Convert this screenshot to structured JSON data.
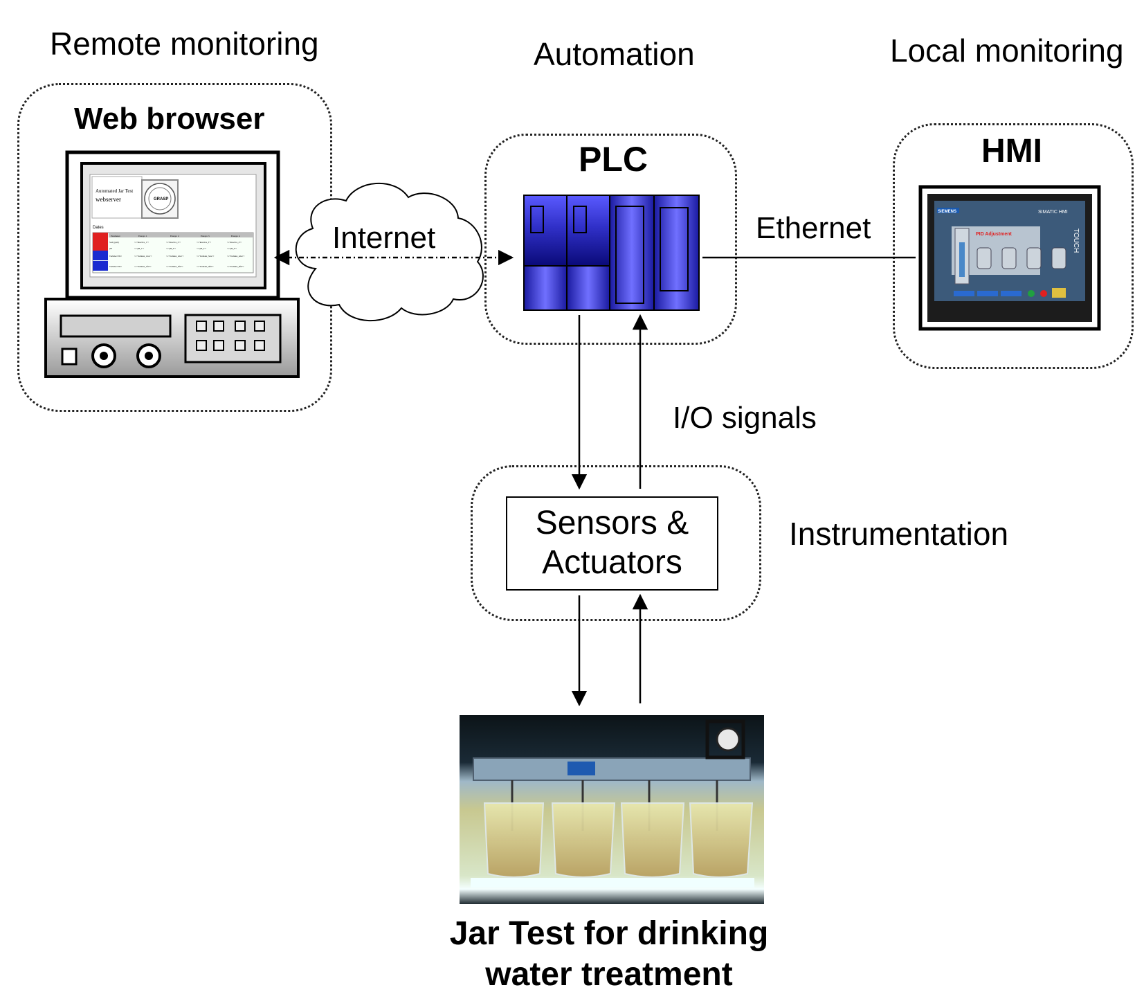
{
  "sections": {
    "remote_monitoring": "Remote monitoring",
    "automation": "Automation",
    "local_monitoring": "Local monitoring",
    "instrumentation": "Instrumentation"
  },
  "nodes": {
    "web_browser": "Web browser",
    "plc": "PLC",
    "hmi": "HMI",
    "sensors_line1": "Sensors &",
    "sensors_line2": "Actuators",
    "jar_test_line1": "Jar Test for drinking",
    "jar_test_line2": "water treatment"
  },
  "links": {
    "internet": "Internet",
    "ethernet": "Ethernet",
    "io_signals": "I/O signals"
  },
  "webpage_thumbnail": {
    "title_line1": "Automated Jar Test",
    "title_line2": "webserver",
    "logo_text": "GRASP",
    "data_label": "Dates",
    "headers": [
      "Parameter",
      "Ensayo 1",
      "Ensayo 2",
      "Ensayo 3",
      "Ensayo 4"
    ],
    "rows": [
      [
        "SAL (ppm)",
        "<=\"Reactive_1\">",
        "<=\"Reactive_2\">",
        "<=\"Reactive_3\">",
        "<=\"Reactive_4\">"
      ],
      [
        "pH",
        "<=\"pH_1\">",
        "<=\"pH_2\">",
        "<=\"pH_3\">",
        "<=\"pH_4\">"
      ],
      [
        "Turbidez NTU",
        "<=\"Turbidez_1dos\">",
        "<=\"Turbidez_2dos\">",
        "<=\"Turbidez_3dos\">",
        "<=\"Turbidez_4dos\">"
      ],
      [
        "Turbidez NTU",
        "<=\"Turbidez_1fill\">",
        "<=\"Turbidez_2fill\">",
        "<=\"Turbidez_3fill\">",
        "<=\"Turbidez_4fill\">"
      ]
    ]
  },
  "hmi_screen": {
    "brand": "SIEMENS",
    "model": "SIMATIC HMI",
    "touch": "TOUCH",
    "panel_title": "PID Adjustment"
  },
  "colors": {
    "plc_blue": "#3a3ad0",
    "plc_dark": "#0a0a7a",
    "row_red": "#e02020",
    "row_blue": "#1a2ad0",
    "hmi_frame": "#1c1c1c",
    "hmi_screen": "#3c5a7a"
  },
  "icons": [
    "computer-icon",
    "cloud-icon",
    "plc-icon",
    "hmi-panel-icon",
    "jar-test-photo"
  ]
}
